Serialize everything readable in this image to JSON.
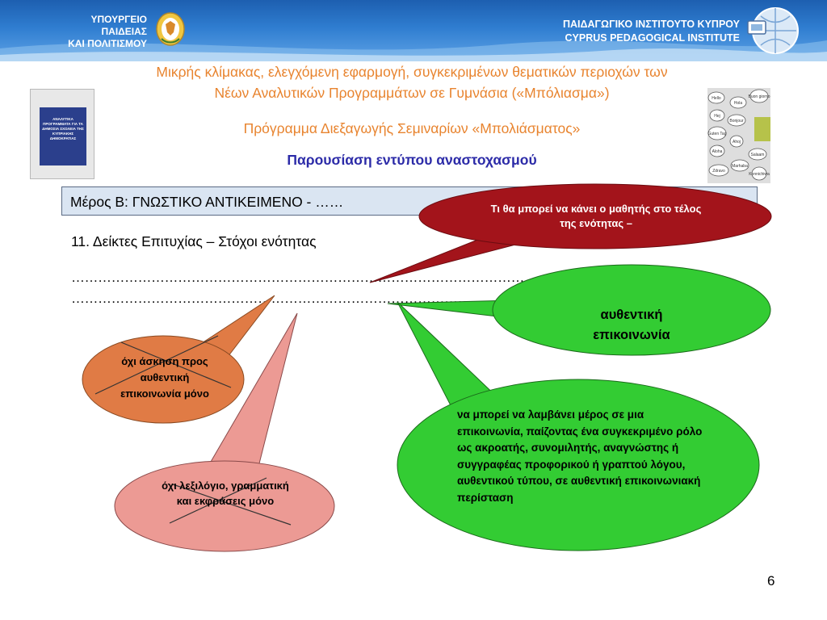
{
  "header": {
    "ministry_line1": "ΥΠΟΥΡΓΕΙΟ ΠΑΙΔΕΙΑΣ",
    "ministry_line2": "ΚΑΙ ΠΟΛΙΤΙΣΜΟΥ",
    "institute_line1": "ΠΑΙΔΑΓΩΓΙΚΟ ΙΝΣΤΙΤΟΥΤΟ ΚΥΠΡΟΥ",
    "institute_line2": "CYPRUS PEDAGOGICAL INSTITUTE",
    "booklet_text": "ΑΝΑΛΥΤΙΚΑ ΠΡΟΓΡΑΜΜΑΤΑ ΓΙΑ ΤΑ ΔΗΜΟΣΙΑ ΣΧΟΛΕΙΑ ΤΗΣ ΚΥΠΡΙΑΚΗΣ ΔΗΜΟΚΡΑΤΙΑΣ",
    "greeting_words": [
      "Hello",
      "Hola",
      "Buon giorno",
      "Hej",
      "Bonjour",
      "Guten Tag",
      "Aloha",
      "Ahoj",
      "Salaam",
      "Zdravo",
      "Marhaba",
      "Konnichiwa"
    ]
  },
  "titles": {
    "line1": "Μικρής κλίμακας, ελεγχόμενη εφαρμογή, συγκεκριμένων θεματικών περιοχών των",
    "line2": "Νέων Αναλυτικών Προγραμμάτων σε Γυμνάσια («Μπόλιασμα»)",
    "program": "Πρόγραμμα Διεξαγωγής Σεμιναρίων «Μπολιάσματος»",
    "subtitle": "Παρουσίαση εντύπου αναστοχασμού"
  },
  "section": {
    "label": "Μέρος Β: ΓΝΩΣΤΙΚΟ ΑΝΤΙΚΕΙΜΕΝΟ - ……"
  },
  "content": {
    "indicators": "11. Δείκτες Επιτυχίας – Στόχοι ενότητας",
    "dots_line1": "……………………………………………………………………………………………………………………………",
    "dots_line2": "……………………………………………………………………………………"
  },
  "callouts": {
    "red": "Τι θα μπορεί να κάνει ο μαθητής στο τέλος της ενότητας –",
    "orange": "όχι άσκηση προς αυθεντική επικοινωνία μόνο",
    "pink": "όχι λεξιλόγιο, γραμματική και εκφράσεις μόνο",
    "green_small": "αυθεντική επικοινωνία",
    "green_large": "να μπορεί να λαμβάνει μέρος σε μια επικοινωνία, παίζοντας ένα συγκεκριμένο ρόλο ως ακροατής, συνομιλητής, αναγνώστης ή συγγραφέας προφορικού ή γραπτού λόγου, αυθεντικού τύπου, σε αυθεντική επικοινωνιακή περίσταση"
  },
  "colors": {
    "title_orange": "#e8842f",
    "subtitle_blue": "#2c2ba8",
    "red_bubble": "#a3141b",
    "orange_bubble": "#e07b45",
    "pink_bubble": "#ec9a94",
    "green_bubble": "#33cc33"
  },
  "footer": {
    "page_number": "6"
  }
}
